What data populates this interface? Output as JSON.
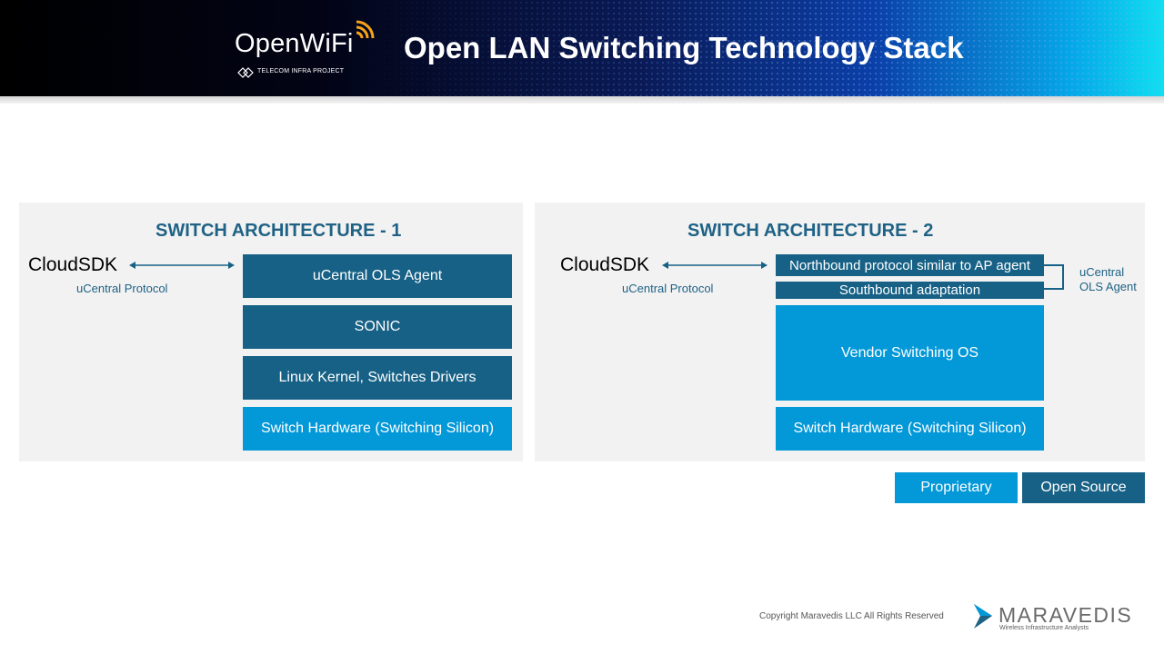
{
  "header": {
    "logo_text": "OpenWiFi",
    "logo_subtext": "TELECOM INFRA PROJECT",
    "title": "Open LAN Switching Technology Stack"
  },
  "arch1": {
    "title": "SWITCH ARCHITECTURE - 1",
    "cloudsdk": "CloudSDK",
    "protocol": "uCentral Protocol",
    "layers": [
      {
        "label": "uCentral OLS Agent",
        "kind": "open"
      },
      {
        "label": "SONIC",
        "kind": "open"
      },
      {
        "label": "Linux Kernel, Switches Drivers",
        "kind": "open"
      },
      {
        "label": "Switch Hardware (Switching Silicon)",
        "kind": "proprietary"
      }
    ]
  },
  "arch2": {
    "title": "SWITCH ARCHITECTURE - 2",
    "cloudsdk": "CloudSDK",
    "protocol": "uCentral Protocol",
    "layers": [
      {
        "label": "Northbound protocol similar to AP agent",
        "kind": "open"
      },
      {
        "label": "Southbound adaptation",
        "kind": "open"
      },
      {
        "label": "Vendor Switching OS",
        "kind": "proprietary"
      },
      {
        "label": "Switch Hardware (Switching Silicon)",
        "kind": "proprietary"
      }
    ],
    "agent_label_line1": "uCentral",
    "agent_label_line2": "OLS Agent"
  },
  "legend": {
    "proprietary": "Proprietary",
    "open_source": "Open Source"
  },
  "colors": {
    "open": "#176186",
    "proprietary": "#0398d8",
    "title": "#1f6285"
  },
  "footer": {
    "copyright": "Copyright Maravedis LLC All Rights Reserved",
    "brand": "MARAVEDIS",
    "tagline": "Wireless Infrastructure Analysts"
  }
}
